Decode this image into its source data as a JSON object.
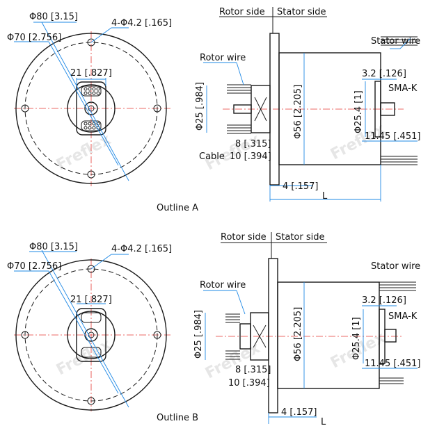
{
  "outlines": [
    {
      "caption": "Outline A",
      "face": {
        "phi80": "Φ80 [3.15]",
        "phi70": "Φ70 [2.756]",
        "holes": "4-Φ4.2 [.165]",
        "w21": "21 [.827]"
      },
      "side": {
        "rotor_side": "Rotor side",
        "stator_side": "Stator side",
        "rotor_wire": "Rotor wire",
        "stator_wire": "Stator wire",
        "cable": "Cable",
        "phi25": "Φ25 [.984]",
        "phi56": "Φ56 [2.205]",
        "phi254": "Φ25.4 [1]",
        "d8": "8 [.315]",
        "d10": "10 [.394]",
        "d4": "4 [.157]",
        "d32": "3.2 [.126]",
        "d1145": "11.45 [.451]",
        "sma": "SMA-K",
        "L": "L"
      }
    },
    {
      "caption": "Outline B",
      "face": {
        "phi80": "Φ80 [3.15]",
        "phi70": "Φ70 [2.756]",
        "holes": "4-Φ4.2 [.165]",
        "w21": "21 [.827]"
      },
      "side": {
        "rotor_side": "Rotor side",
        "stator_side": "Stator side",
        "rotor_wire": "Rotor wire",
        "stator_wire": "Stator wire",
        "phi25": "Φ25 [.984]",
        "phi56": "Φ56 [2.205]",
        "phi254": "Φ25.4 [1]",
        "d8": "8 [.315]",
        "d10": "10 [.394]",
        "d4": "4 [.157]",
        "d32": "3.2 [.126]",
        "d1145": "11.45 [.451]",
        "sma": "SMA-K",
        "L": "L"
      }
    }
  ],
  "watermark": "Freflex",
  "colors": {
    "dimension": "#1e88e5",
    "centerline": "#e53935",
    "outline": "#1a1a1a"
  }
}
